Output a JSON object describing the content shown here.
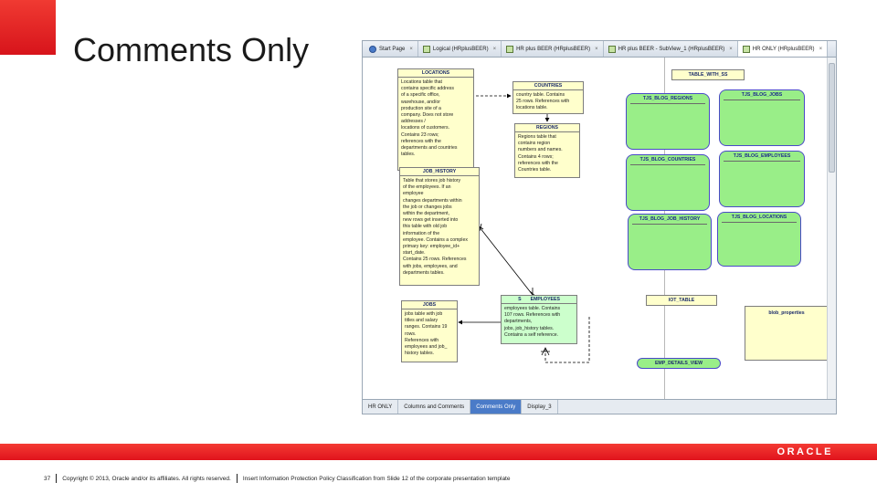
{
  "slide": {
    "title": "Comments Only",
    "page_number": "37",
    "copyright": "Copyright © 2013, Oracle and/or its affiliates. All rights reserved.",
    "classification": "Insert Information Protection Policy Classification from Slide 12 of the corporate presentation template",
    "logo_text": "ORACLE",
    "accent_color": "#e3161e"
  },
  "app": {
    "tabs": [
      {
        "label": "Start Page",
        "icon": "start-page-icon"
      },
      {
        "label": "Logical (HRplusBEER)",
        "icon": "diagram-icon"
      },
      {
        "label": "HR plus BEER (HRplusBEER)",
        "icon": "diagram-icon"
      },
      {
        "label": "HR plus BEER - SubView_1 (HRplusBEER)",
        "icon": "diagram-icon"
      },
      {
        "label": "HR ONLY (HRplusBEER)",
        "icon": "diagram-icon"
      }
    ],
    "active_tab": "HR ONLY (HRplusBEER)",
    "bottom_tabs": [
      {
        "label": "HR ONLY"
      },
      {
        "label": "Columns and Comments"
      },
      {
        "label": "Comments Only"
      },
      {
        "label": "Display_3"
      }
    ],
    "active_bottom_tab": "Comments Only"
  },
  "diagram": {
    "locations": {
      "name": "LOCATIONS",
      "comment": "Locations table that\ncontains specific address\nof a specific office,\nwarehouse, and/or\nproduction site of a\ncompany. Does not store\naddresses /\nlocations of customers.\nContains 23 rows;\nreferences with the\ndepartments and countries\ntables."
    },
    "countries": {
      "name": "COUNTRIES",
      "comment": "country table. Contains\n25 rows. References with\nlocations table."
    },
    "regions": {
      "name": "REGIONS",
      "comment": "Regions table that\ncontains region\nnumbers and names.\nContains 4 rows;\nreferences with the\nCountries table."
    },
    "job_history": {
      "name": "JOB_HISTORY",
      "comment": "Table that stores job history\nof the employees. If an\nemployee\nchanges departments within\nthe job or changes jobs\nwithin the department,\nnew rows get inserted into\nthis table with old job\ninformation of the\nemployee. Contains a complex\nprimary key: employee_id+\nstart_date.\nContains 25 rows. References\nwith jobs, employees, and\ndepartments tables."
    },
    "jobs": {
      "name": "JOBS",
      "comment": "jobs table with job\ntitles and salary\nranges. Contains 19\nrows.\n References with\nemployees and job_\nhistory tables."
    },
    "employees": {
      "prefix": "S",
      "name": "EMPLOYEES",
      "comment": "employees table. Contains\n107 rows. References with\ndepartments,\njobs, job_history tables.\nContains a self reference."
    },
    "table_with_ss": "TABLE_WITH_SS",
    "blog_tables": [
      "TJS_BLOG_REGIONS",
      "TJS_BLOG_JOBS",
      "TJS_BLOG_COUNTRIES",
      "TJS_BLOG_EMPLOYEES",
      "TJS_BLOG_JOB_HISTORY",
      "TJS_BLOG_LOCATIONS"
    ],
    "iot_table": "IOT_TABLE",
    "blob_properties": "blob_properties",
    "emp_details_view": "EMP_DETAILS_VIEW",
    "colors": {
      "comment_box": "#ffffcc",
      "green_box": "#99ee88",
      "green_border": "#4a4ac8",
      "selected_tab": "#4a7bc8"
    }
  }
}
